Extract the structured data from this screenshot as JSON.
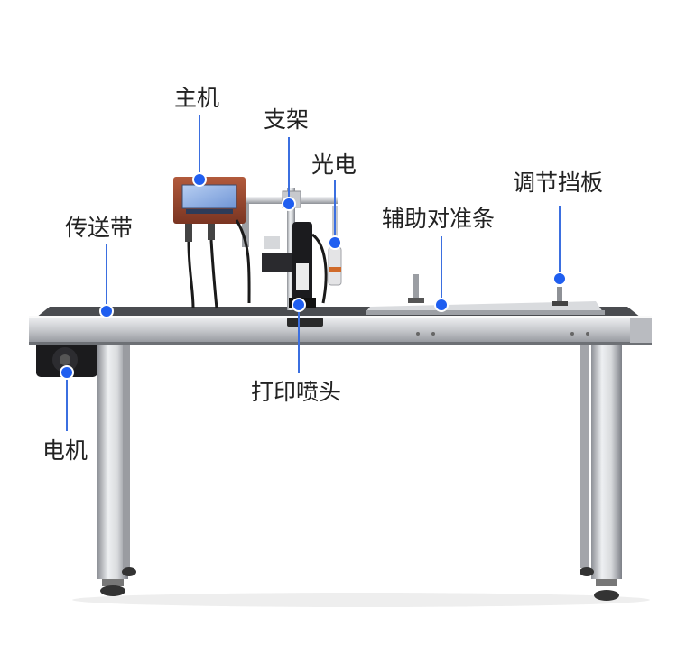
{
  "labels": {
    "host": "主机",
    "bracket": "支架",
    "photoelectric": "光电",
    "conveyor_belt": "传送带",
    "auxiliary_alignment_bar": "辅助对准条",
    "adjustable_baffle": "调节挡板",
    "print_nozzle": "打印喷头",
    "motor": "电机"
  },
  "colors": {
    "marker": "#1f5ef0",
    "leader_line": "#3b6fe0",
    "label_text": "#222222",
    "host_box": "#9a4a32",
    "screen": "#8fb1e6",
    "frame_steel": "#c9cbcf"
  }
}
